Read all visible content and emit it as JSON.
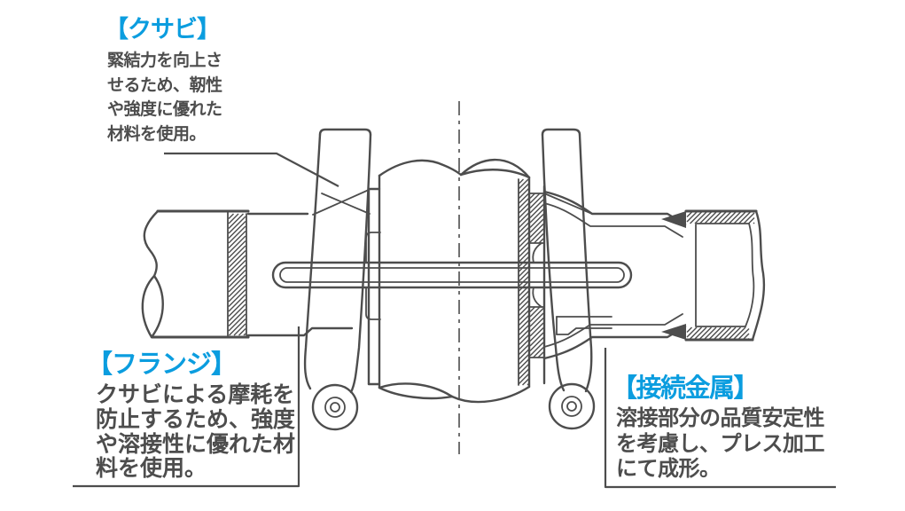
{
  "palette": {
    "ink": "#4d4d4d",
    "accent": "#0b9ddf",
    "background": "#ffffff"
  },
  "figure": {
    "description": "Cutaway technical drawing of a wedge-type scaffolding pipe joint: horizontal pipes connected to a vertical pipe by wedges, flange and pressed connection metal",
    "annotations": {
      "kusabi": {
        "title": "【クサビ】",
        "lines": [
          "緊結力を向上さ",
          "せるため、靭性",
          "や強度に優れた",
          "材料を使用。"
        ]
      },
      "flange": {
        "title": "【フランジ】",
        "lines": [
          "クサビによる摩耗を",
          "防止するため、強度",
          "や溶接性に優れた材",
          "料を使用。"
        ]
      },
      "metal": {
        "title": "【接続金属】",
        "lines": [
          "溶接部分の品質安定性",
          "を考慮し、プレス加工",
          "にて成形。"
        ]
      }
    }
  }
}
